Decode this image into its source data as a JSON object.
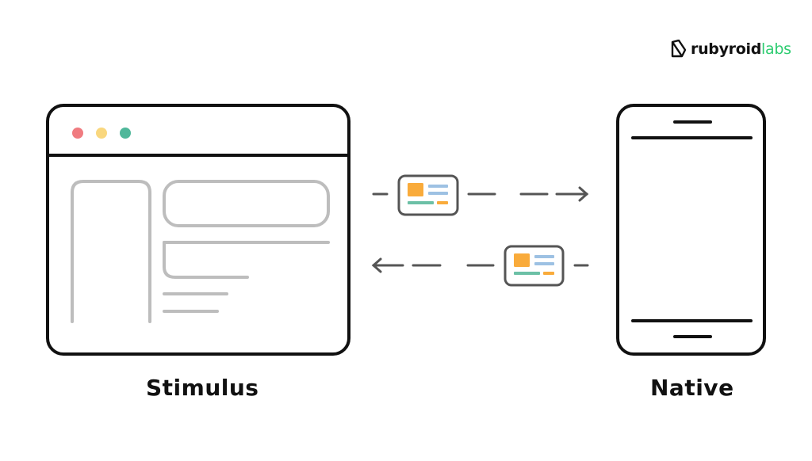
{
  "logo": {
    "word_dark": "rubyroid",
    "word_accent": "labs",
    "accent_color": "#2ecc71"
  },
  "left_caption": "Stimulus",
  "right_caption": "Native",
  "colors": {
    "dot_red": "#f07b80",
    "dot_yellow": "#f9d77e",
    "dot_green": "#4fb79a",
    "wireframe_gray": "#bdbdbd",
    "card_orange": "#f9ab3b",
    "card_blue": "#9dc1e3",
    "card_teal": "#6cc0a6"
  },
  "icons": {
    "browser": "browser-window-icon",
    "phone": "smartphone-icon",
    "message": "message-card-icon"
  }
}
